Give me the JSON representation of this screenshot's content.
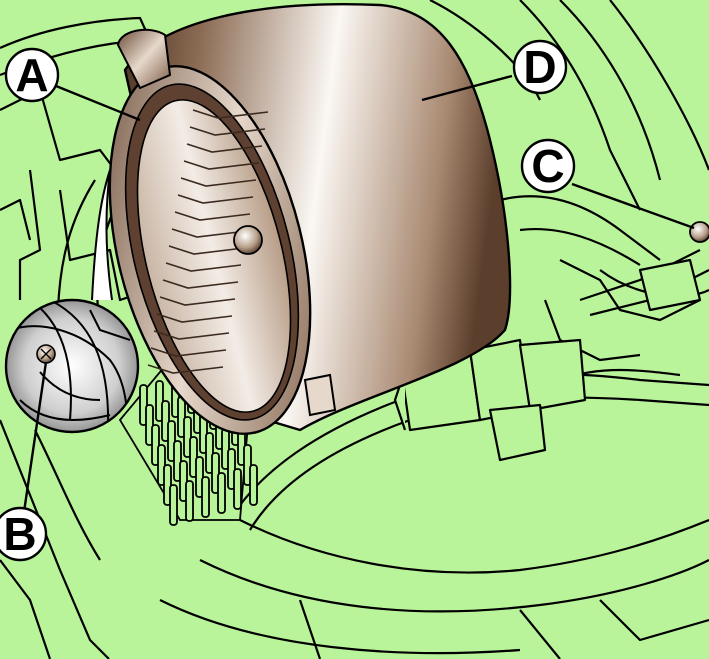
{
  "diagram": {
    "background_color": "#b9f49a",
    "line_color": "#000000",
    "blower_colors": {
      "light": "#fbf7f3",
      "mid": "#c7ad95",
      "dark": "#6b4c38",
      "darkest": "#4b3324"
    },
    "callouts": {
      "a": "A",
      "b": "B",
      "c": "C",
      "d": "D"
    },
    "detail_inset": {
      "icon": "screw-head-x-icon"
    }
  }
}
